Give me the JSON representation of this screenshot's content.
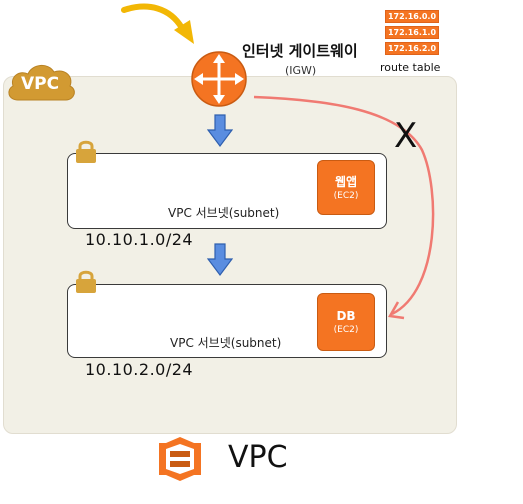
{
  "vpc": {
    "cloud_label": "VPC",
    "bottom_label": "VPC"
  },
  "igw": {
    "title": "인터넷 게이트웨이",
    "subtitle": "(IGW)"
  },
  "route_table": {
    "label": "route table",
    "rows": [
      "172.16.0.0",
      "172.16.1.0",
      "172.16.2.0"
    ]
  },
  "blocked_marker": "X",
  "subnets": [
    {
      "label": "VPC 서브넷(subnet)",
      "cidr": "10.10.1.0/24",
      "instance": {
        "name": "웹앱",
        "type": "(EC2)"
      }
    },
    {
      "label": "VPC 서브넷(subnet)",
      "cidr": "10.10.2.0/24",
      "instance": {
        "name": "DB",
        "type": "(EC2)"
      }
    }
  ],
  "colors": {
    "aws_orange": "#f47422",
    "vpc_cloud": "#d29a32",
    "lock": "#d7a43b",
    "flow_arrow": "#5a8de0",
    "incoming_arrow": "#f2b705",
    "route_line": "#f07a72",
    "region_bg": "#f2f0e6"
  }
}
